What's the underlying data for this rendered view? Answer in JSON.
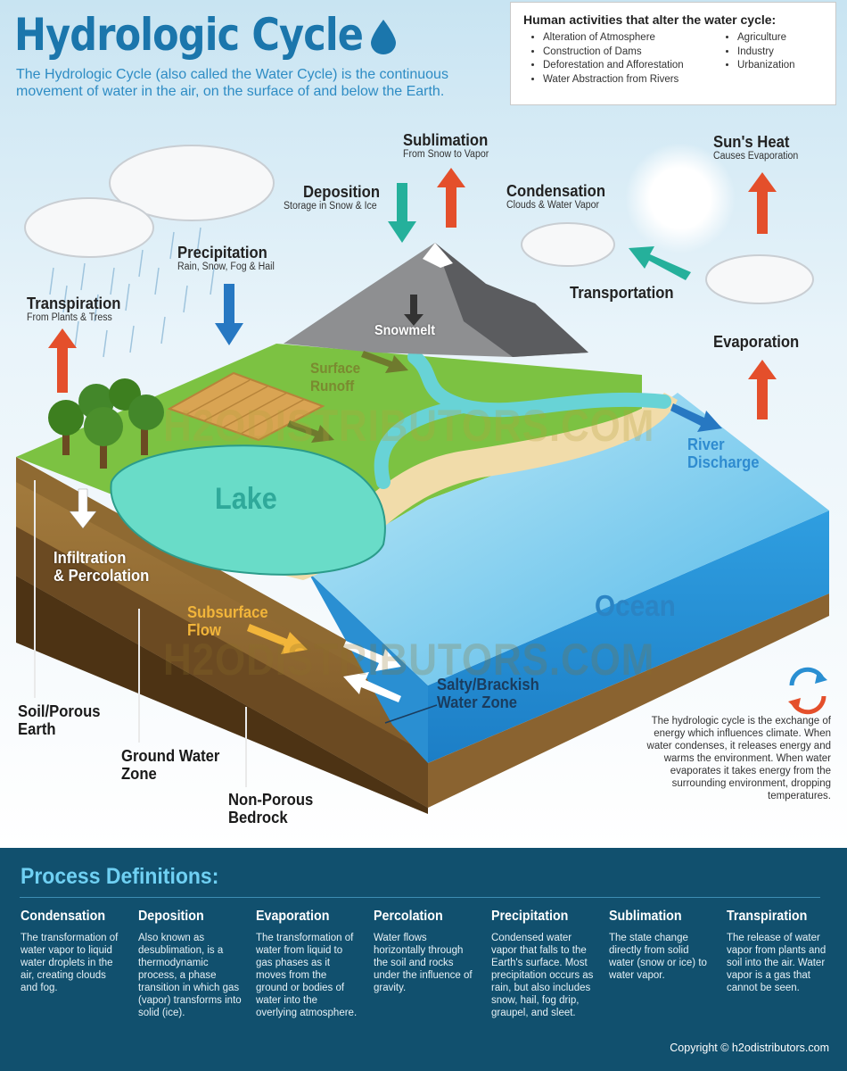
{
  "header": {
    "title": "Hydrologic Cycle",
    "subtitle": "The Hydrologic Cycle (also called the Water Cycle) is the continuous movement of water in the air, on the surface of and below the Earth."
  },
  "human_activities": {
    "title": "Human activities that alter the water cycle:",
    "col1": [
      "Alteration of Atmosphere",
      "Construction of Dams",
      "Deforestation and Afforestation",
      "Water Abstraction from Rivers"
    ],
    "col2": [
      "Agriculture",
      "Industry",
      "Urbanization"
    ]
  },
  "labels": {
    "sublimation": {
      "title": "Sublimation",
      "sub": "From Snow to Vapor"
    },
    "deposition": {
      "title": "Deposition",
      "sub": "Storage in Snow & Ice"
    },
    "condensation": {
      "title": "Condensation",
      "sub": "Clouds & Water Vapor"
    },
    "suns_heat": {
      "title": "Sun's Heat",
      "sub": "Causes Evaporation"
    },
    "precipitation": {
      "title": "Precipitation",
      "sub": "Rain, Snow, Fog & Hail"
    },
    "transpiration": {
      "title": "Transpiration",
      "sub": "From Plants & Tress"
    },
    "transportation": "Transportation",
    "evaporation": "Evaporation",
    "snowmelt": "Snowmelt",
    "surface_runoff": [
      "Surface",
      "Runoff"
    ],
    "river_discharge": [
      "River",
      "Discharge"
    ],
    "lake": "Lake",
    "ocean": "Ocean",
    "infiltration": [
      "Infiltration",
      "& Percolation"
    ],
    "subsurface_flow": [
      "Subsurface",
      "Flow"
    ],
    "salty_zone": [
      "Salty/Brackish",
      "Water Zone"
    ],
    "soil": [
      "Soil/Porous",
      "Earth"
    ],
    "ground_water": [
      "Ground Water",
      "Zone"
    ],
    "bedrock": [
      "Non-Porous",
      "Bedrock"
    ]
  },
  "watermark": "H2ODISTRIBUTORS.COM",
  "side_note": "The hydrologic cycle is the exchange of energy which influences climate. When water condenses, it releases energy and warms the environment. When water evaporates it takes energy from the surrounding environment, dropping temperatures.",
  "definitions": {
    "title": "Process Definitions:",
    "items": [
      {
        "name": "Condensation",
        "text": "The transformation of water vapor to liquid water droplets in the air, creating clouds and fog."
      },
      {
        "name": "Deposition",
        "text": "Also known as desublimation, is a thermodynamic process, a phase transition in which gas (vapor) transforms into solid (ice)."
      },
      {
        "name": "Evaporation",
        "text": "The transformation of water from liquid to gas phases as it moves from the ground or bodies of water into the overlying atmosphere."
      },
      {
        "name": "Percolation",
        "text": "Water flows horizontally through the soil and rocks under the influence of gravity."
      },
      {
        "name": "Precipitation",
        "text": "Condensed water vapor that falls to the Earth's surface. Most precipitation occurs as rain, but also includes snow, hail, fog drip, graupel, and sleet."
      },
      {
        "name": "Sublimation",
        "text": "The state change directly from solid water (snow or ice) to water vapor."
      },
      {
        "name": "Transpiration",
        "text": "The release of water vapor from plants and soil into the air. Water vapor is a gas that cannot be seen."
      }
    ]
  },
  "copyright": "Copyright © h2odistributors.com",
  "colors": {
    "title_blue": "#1b76ac",
    "up_arrow": "#e44f2b",
    "teal_arrow": "#25b09b",
    "blue_arrow": "#2778c2",
    "defs_bg": "#11506e",
    "defs_heading": "#6fd0f3"
  }
}
